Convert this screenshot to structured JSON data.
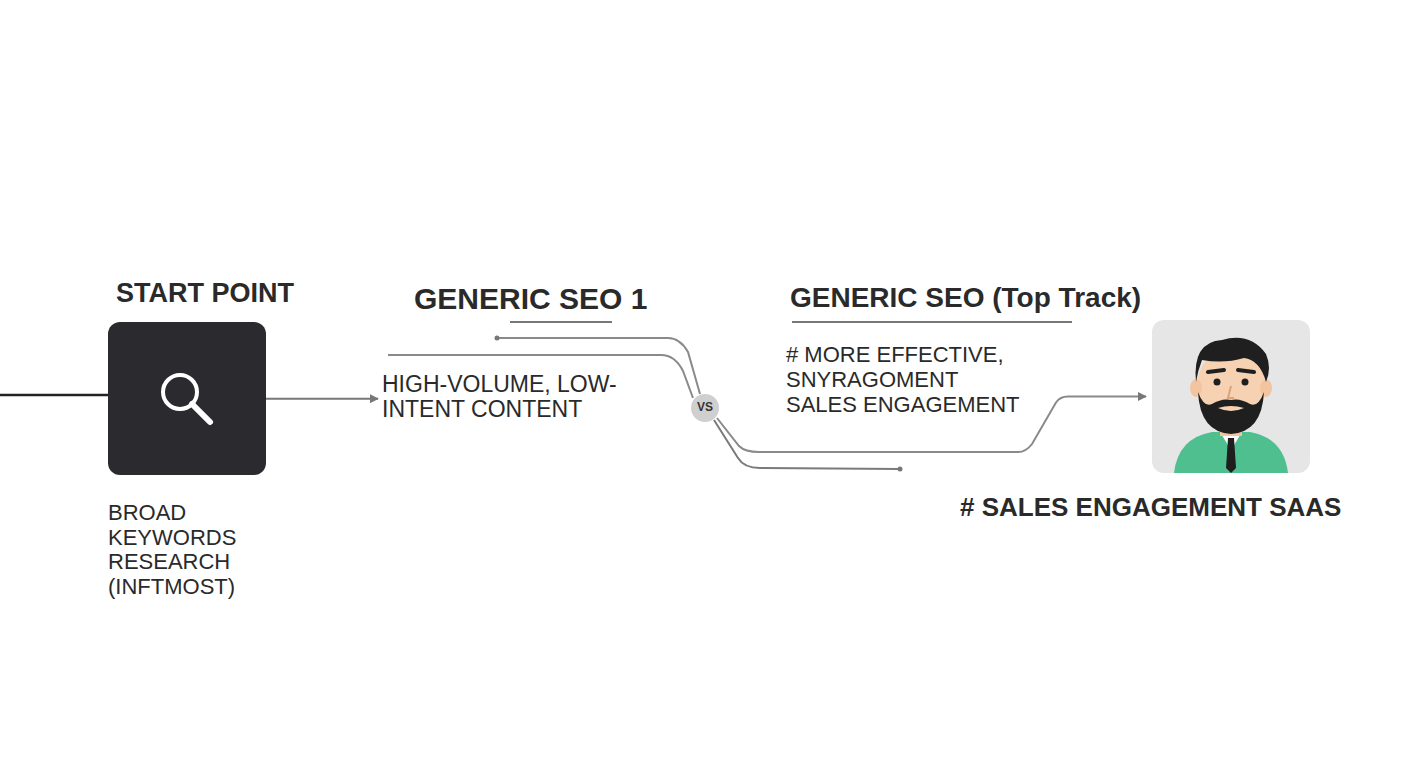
{
  "diagram": {
    "nodes": [
      {
        "text": [
          "START POINT",
          "BROAD KEYWORDS RESEARCH (INFTMOST)"
        ]
      },
      {
        "text": [
          "GENERIC SEO 1",
          "HIGH-VOLUME, LOW-INTENT CONTENT"
        ]
      },
      {
        "text": [
          "GENERIC SEO (Top Track)",
          "# MORE EFFECTIVE, SNYRAGOMENT SALES ENGAGEMENT"
        ]
      },
      {
        "text": [
          "VS"
        ]
      },
      {
        "text": [
          "# SALES ENGAGEMENT SAAS"
        ]
      }
    ],
    "edges": [
      {
        "from": 0,
        "to": 1,
        "arrow": "to"
      },
      {
        "from": 1,
        "to": 3,
        "arrow": "none"
      },
      {
        "from": 3,
        "to": 4,
        "arrow": "to"
      }
    ]
  }
}
